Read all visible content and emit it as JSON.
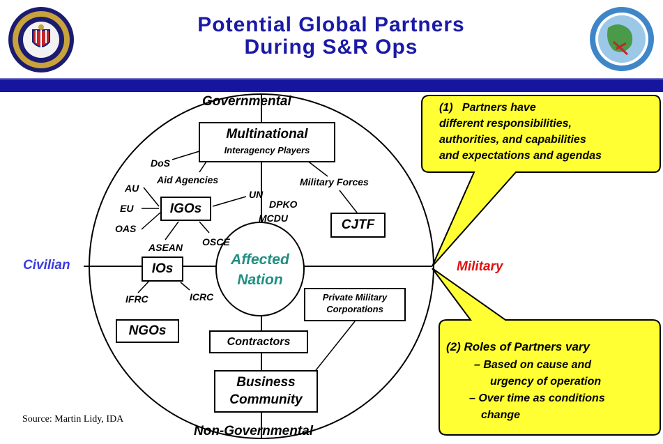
{
  "title": {
    "line1": "Potential Global Partners",
    "line2": "During S&R Ops"
  },
  "axes": {
    "top": "Governmental",
    "bottom": "Non-Governmental",
    "left": "Civilian",
    "right": "Military"
  },
  "center": {
    "line1": "Affected",
    "line2": "Nation"
  },
  "boxes": {
    "multinational_title": "Multinational",
    "multinational_sub": "Interagency Players",
    "igos": "IGOs",
    "ios": "IOs",
    "ngos": "NGOs",
    "cjtf": "CJTF",
    "contractors": "Contractors",
    "business_line1": "Business",
    "business_line2": "Community",
    "pmc_line1": "Private Military",
    "pmc_line2": "Corporations"
  },
  "labels": {
    "dos": "DoS",
    "aid_agencies": "Aid Agencies",
    "military_forces": "Military Forces",
    "au": "AU",
    "eu": "EU",
    "oas": "OAS",
    "un": "UN",
    "dpko": "DPKO",
    "mcdu": "MCDU",
    "asean": "ASEAN",
    "osce": "OSCE",
    "ifrc": "IFRC",
    "icrc": "ICRC"
  },
  "callout1": [
    "(1)   Partners have",
    "different responsibilities,",
    "authorities, and capabilities",
    "and expectations and agendas"
  ],
  "callout2": {
    "heading": "(2) Roles of Partners vary",
    "lines": [
      "– Based on cause and",
      "urgency of operation",
      "– Over time as conditions",
      "change"
    ]
  },
  "source": "Source: Martin Lidy, IDA",
  "colors": {
    "title": "#1a1aa6",
    "bar": "#1515a0",
    "civilian": "#3b3be0",
    "military": "#e01010",
    "affected_nation": "#1f8f80",
    "callout_fill": "#ffff33"
  },
  "logos": {
    "left": "national-defense-university-seal",
    "right": "center-seal"
  }
}
